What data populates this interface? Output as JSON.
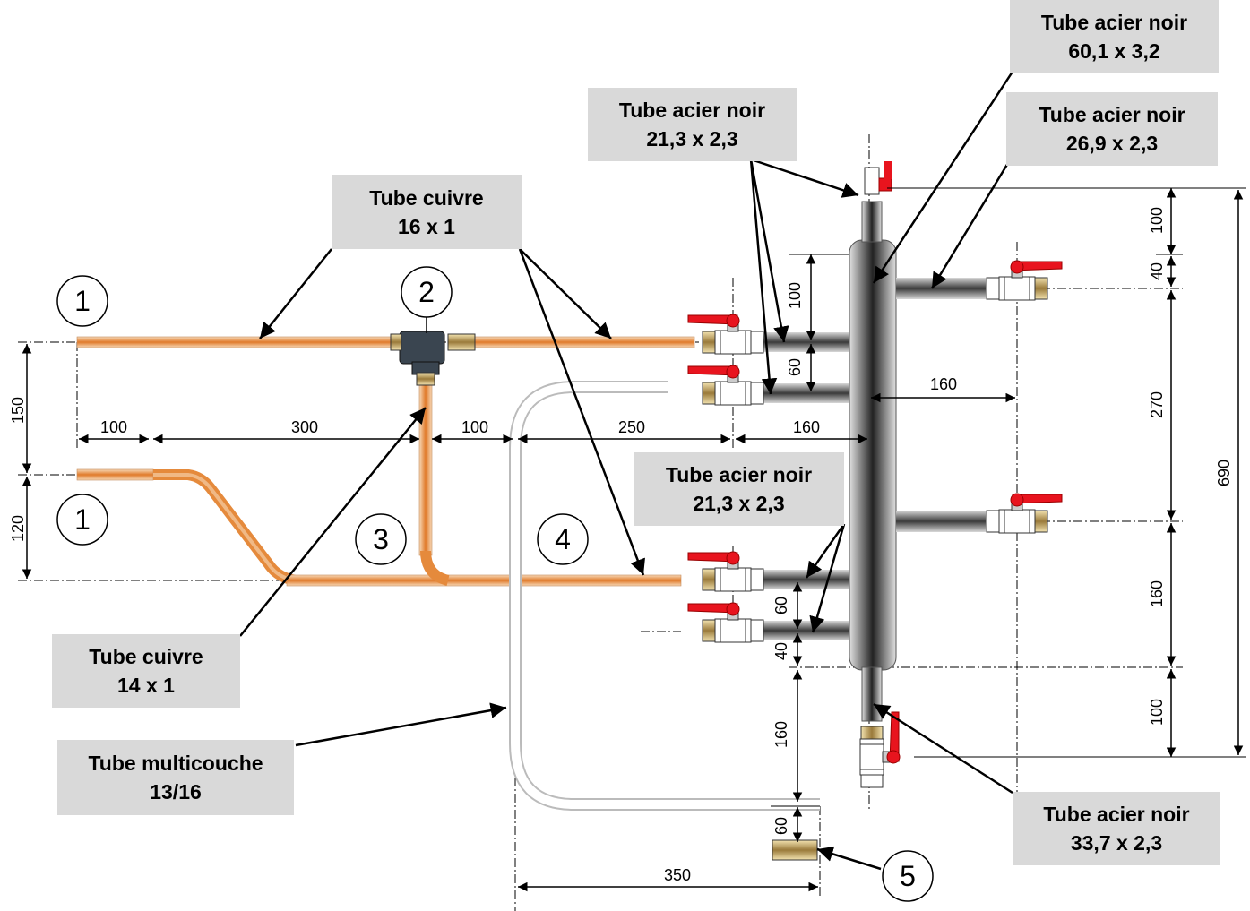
{
  "labels": {
    "steel_60": {
      "line1": "Tube acier noir",
      "line2": "60,1 x 3,2"
    },
    "steel_21_top": {
      "line1": "Tube acier noir",
      "line2": "21,3 x 2,3"
    },
    "steel_26": {
      "line1": "Tube acier noir",
      "line2": "26,9 x 2,3"
    },
    "copper_16": {
      "line1": "Tube cuivre",
      "line2": "16 x 1"
    },
    "steel_21_mid": {
      "line1": "Tube acier noir",
      "line2": "21,3 x 2,3"
    },
    "copper_14": {
      "line1": "Tube cuivre",
      "line2": "14 x 1"
    },
    "multicouche": {
      "line1": "Tube multicouche",
      "line2": "13/16"
    },
    "steel_33": {
      "line1": "Tube acier noir",
      "line2": "33,7 x 2,3"
    }
  },
  "markers": [
    "1",
    "1",
    "2",
    "3",
    "4",
    "5"
  ],
  "dimensions": {
    "d150": "150",
    "d120": "120",
    "d100a": "100",
    "d300": "300",
    "d100b": "100",
    "d250": "250",
    "d160a": "160",
    "d100v": "100",
    "d60a": "60",
    "d160b": "160",
    "d60b": "60",
    "d40a": "40",
    "d160c": "160",
    "d60c": "60",
    "d350": "350",
    "r100top": "100",
    "r40": "40",
    "r270": "270",
    "r160": "160",
    "r100bot": "100",
    "r690": "690"
  },
  "colors": {
    "copper": "#e58a3c",
    "steel": "#555555",
    "valve_handle": "#e8141e",
    "label_bg": "#d9d9d9"
  }
}
